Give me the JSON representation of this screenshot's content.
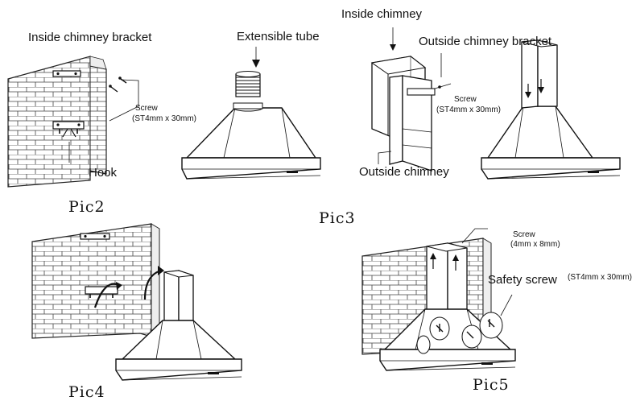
{
  "labels": {
    "inside_chimney_bracket": "Inside chimney bracket",
    "extensible_tube": "Extensible tube",
    "inside_chimney": "Inside chimney",
    "outside_chimney_bracket": "Outside chimney bracket",
    "screw_word": "Screw",
    "screw_spec_st4x30": "(ST4mm x 30mm)",
    "hook": "Hook",
    "outside_chimney": "Outside chimney",
    "screw_spec_4x8": "(4mm x 8mm)",
    "safety_screw": "Safety screw",
    "safety_screw_spec": "(ST4mm x 30mm)"
  },
  "captions": {
    "pic2": "Pic2",
    "pic3": "Pic3",
    "pic4": "Pic4",
    "pic5": "Pic5"
  }
}
